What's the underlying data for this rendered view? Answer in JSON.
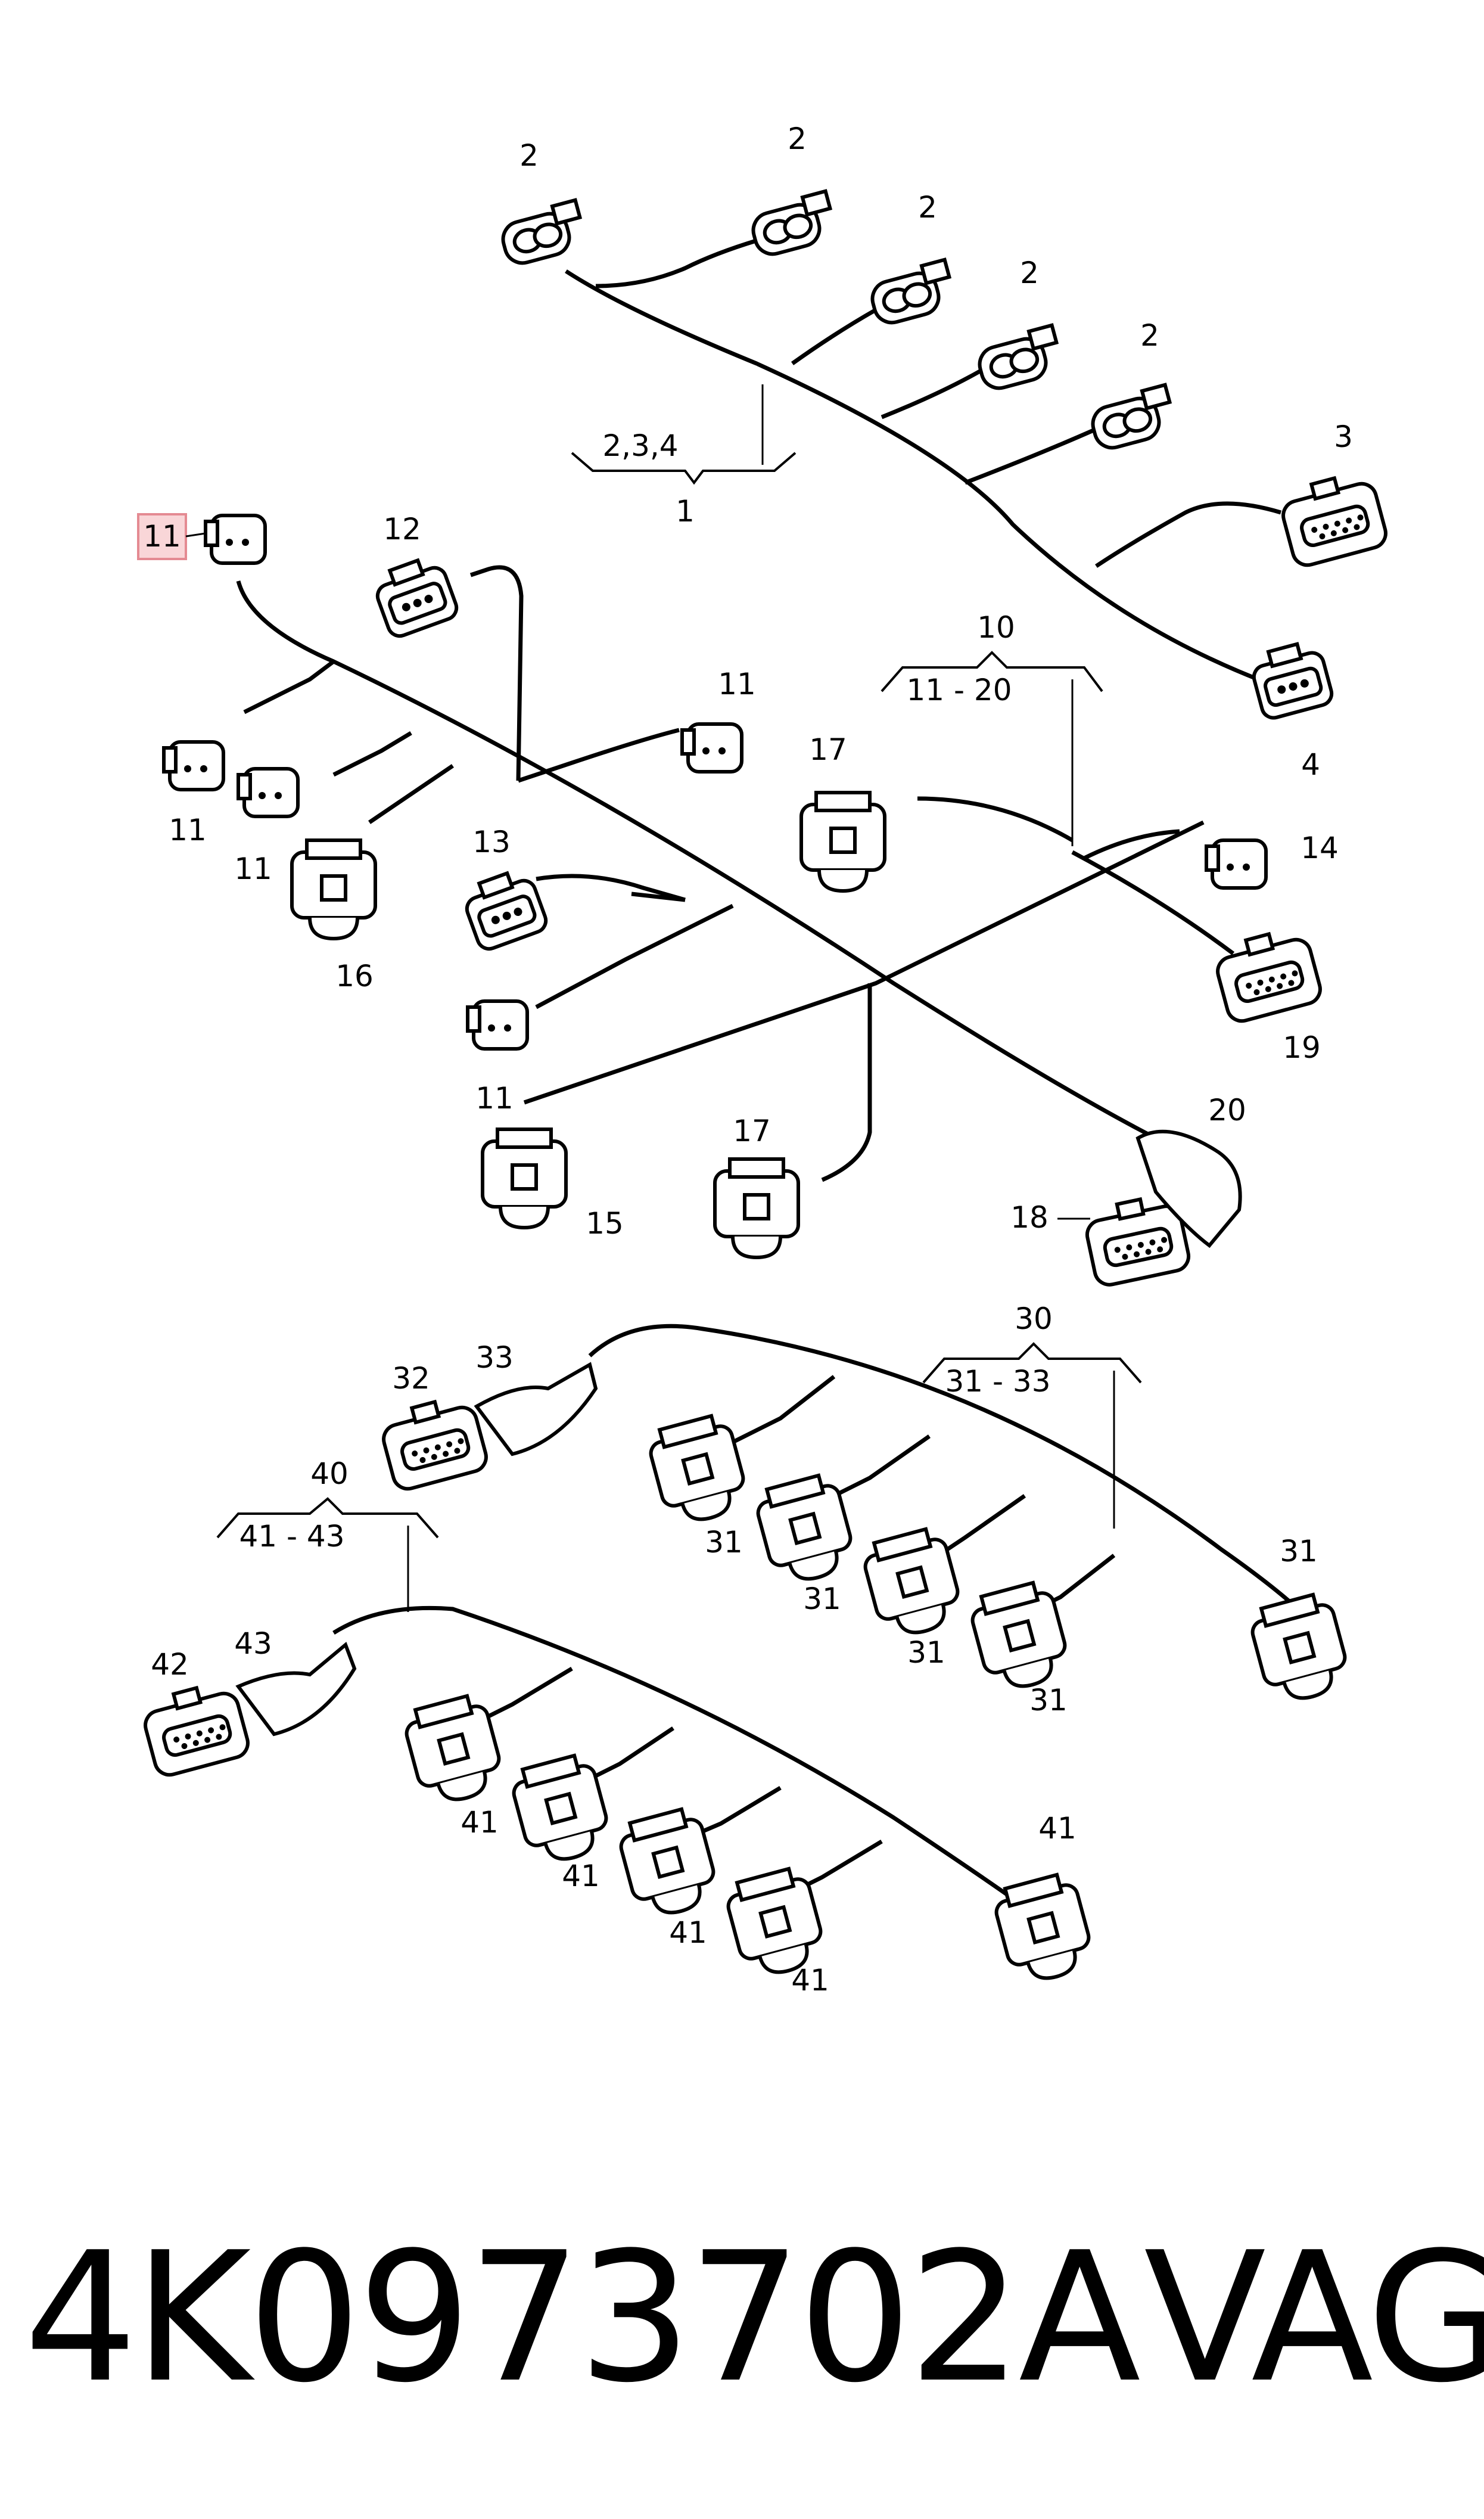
{
  "callouts": {
    "c2a": "2",
    "c2b": "2",
    "c2c": "2",
    "c2d": "2",
    "c2e": "2",
    "c3": "3",
    "c4": "4",
    "c11a": "11",
    "c11b": "11",
    "c11c": "11",
    "c11d": "11",
    "c11e": "11",
    "c12": "12",
    "c13": "13",
    "c14": "14",
    "c15": "15",
    "c16": "16",
    "c17a": "17",
    "c17b": "17",
    "c18": "18",
    "c19": "19",
    "c20": "20",
    "c31a": "31",
    "c31b": "31",
    "c31c": "31",
    "c31d": "31",
    "c31e": "31",
    "c32": "32",
    "c33": "33",
    "c41a": "41",
    "c41b": "41",
    "c41c": "41",
    "c41d": "41",
    "c41e": "41",
    "c42": "42",
    "c43": "43"
  },
  "groups": {
    "g1": {
      "range": "2,3,4",
      "id": "1"
    },
    "g10": {
      "id": "10",
      "range": "11 - 20"
    },
    "g30": {
      "id": "30",
      "range": "31 - 33"
    },
    "g40": {
      "id": "40",
      "range": "41 - 43"
    }
  },
  "footer": {
    "part_number": "4K0973702A",
    "brand": "VAG"
  }
}
